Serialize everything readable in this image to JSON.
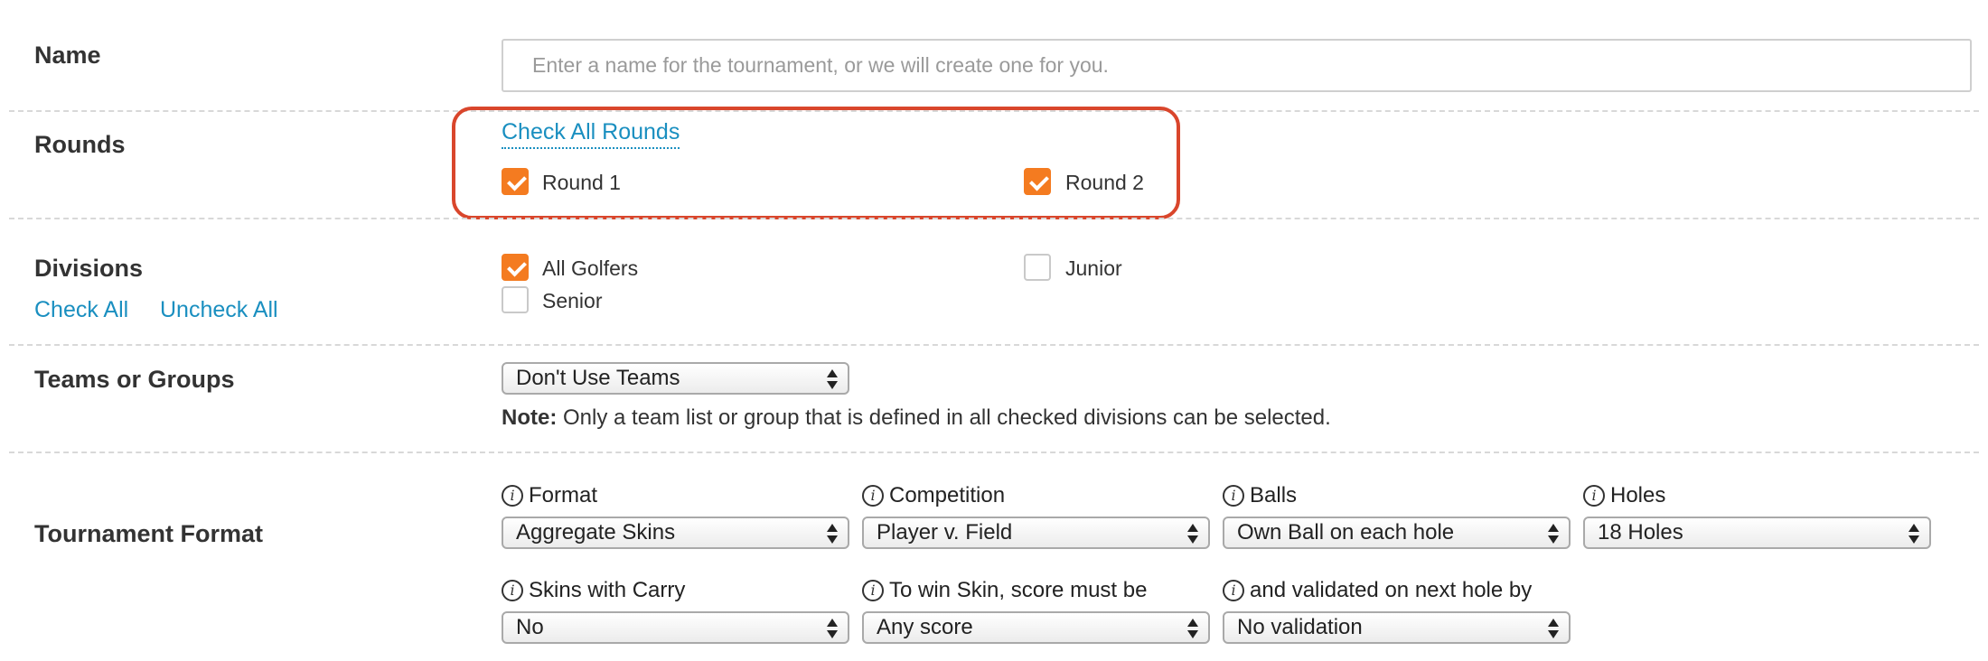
{
  "name": {
    "label": "Name",
    "placeholder": "Enter a name for the tournament, or we will create one for you."
  },
  "rounds": {
    "label": "Rounds",
    "check_all_link": "Check All Rounds",
    "items": [
      {
        "label": "Round 1",
        "checked": true
      },
      {
        "label": "Round 2",
        "checked": true
      }
    ]
  },
  "divisions": {
    "label": "Divisions",
    "check_all": "Check All",
    "uncheck_all": "Uncheck All",
    "items": [
      {
        "label": "All Golfers",
        "checked": true
      },
      {
        "label": "Junior",
        "checked": false
      },
      {
        "label": "Senior",
        "checked": false
      }
    ]
  },
  "teams": {
    "label": "Teams or Groups",
    "selected": "Don't Use Teams",
    "note_prefix": "Note:",
    "note_text": " Only a team list or group that is defined in all checked divisions can be selected."
  },
  "format": {
    "label": "Tournament Format",
    "fields": [
      {
        "label": "Format",
        "value": "Aggregate Skins"
      },
      {
        "label": "Competition",
        "value": "Player v. Field"
      },
      {
        "label": "Balls",
        "value": "Own Ball on each hole"
      },
      {
        "label": "Holes",
        "value": "18 Holes"
      },
      {
        "label": "Skins with Carry",
        "value": "No"
      },
      {
        "label": "To win Skin, score must be",
        "value": "Any score"
      },
      {
        "label": "and validated on next hole by",
        "value": "No validation"
      }
    ],
    "info_glyph": "i"
  },
  "colors": {
    "accent_orange": "#f47b20",
    "link_blue": "#1a8fc0",
    "highlight_red": "#d9462c"
  }
}
